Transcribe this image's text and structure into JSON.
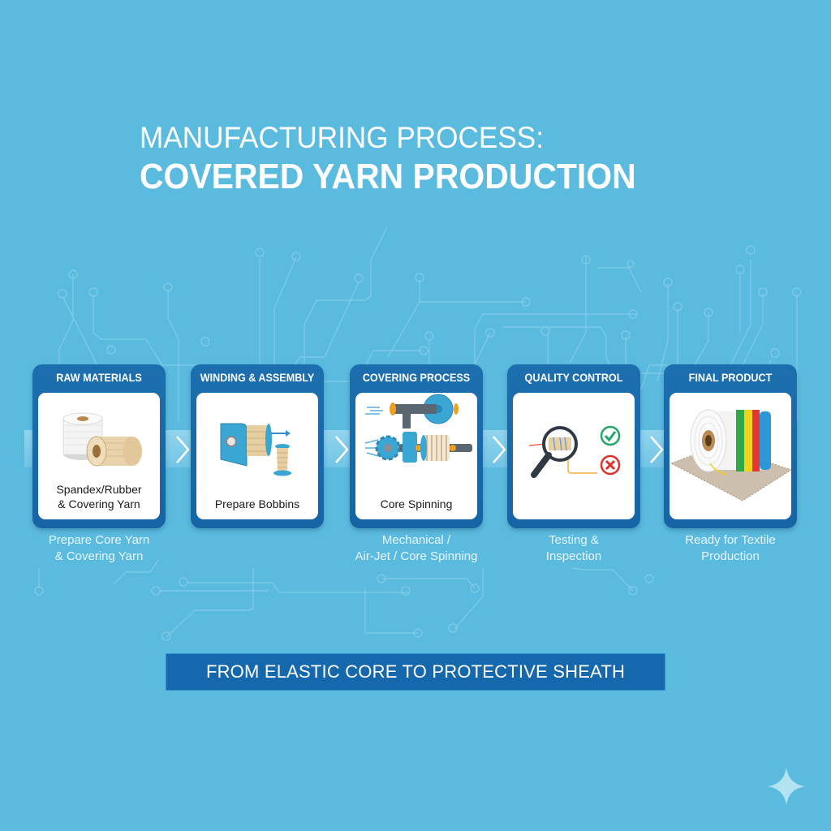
{
  "header": {
    "title_line1": "MANUFACTURING PROCESS:",
    "title_line2": "COVERED YARN PRODUCTION"
  },
  "steps": [
    {
      "heading": "RAW MATERIALS",
      "icon": "yarn-spools-icon",
      "caption_line1": "Spandex/Rubber",
      "caption_line2": "& Covering Yarn",
      "sub_line1": "Prepare Core Yarn",
      "sub_line2": "& Covering Yarn"
    },
    {
      "heading": "WINDING & ASSEMBLY",
      "icon": "bobbin-winder-icon",
      "caption_line1": "Prepare Bobbins",
      "caption_line2": "",
      "sub_line1": "",
      "sub_line2": ""
    },
    {
      "heading": "COVERING PROCESS",
      "icon": "spinning-machine-icon",
      "caption_line1": "Core Spinning",
      "caption_line2": "",
      "sub_line1": "Mechanical /",
      "sub_line2": "Air-Jet / Core Spinning"
    },
    {
      "heading": "QUALITY CONTROL",
      "icon": "magnifier-inspection-icon",
      "caption_line1": "",
      "caption_line2": "",
      "sub_line1": "Testing &",
      "sub_line2": "Inspection"
    },
    {
      "heading": "FINAL PRODUCT",
      "icon": "colored-yarn-roll-icon",
      "caption_line1": "",
      "caption_line2": "",
      "sub_line1": "Ready for Textile",
      "sub_line2": "Production"
    }
  ],
  "tagline": "FROM ELASTIC CORE TO PROTECTIVE SHEATH",
  "colors": {
    "background": "#5bbbdf",
    "card": "#1c6fae",
    "tagline_bg": "#1668ad",
    "check_green": "#21a66b",
    "cross_red": "#e0322d"
  }
}
